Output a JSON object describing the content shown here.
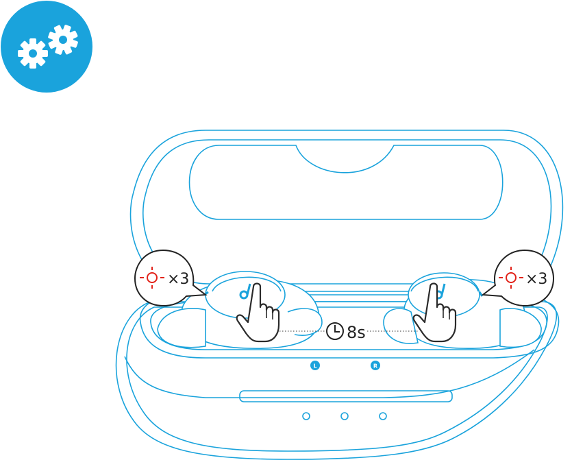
{
  "settings_badge": {
    "icon": "gears-icon",
    "color": "#1aa3dc"
  },
  "left_earbud": {
    "callout": {
      "icon": "led-blink-icon",
      "repeat": "×3",
      "color": "#e2231a"
    },
    "side_label": "L",
    "logo_icon": "anker-soundcore-logo-icon",
    "action_icon": "finger-tap-hold-icon"
  },
  "right_earbud": {
    "callout": {
      "icon": "led-blink-icon",
      "repeat": "×3",
      "color": "#e2231a"
    },
    "side_label": "R",
    "logo_icon": "anker-soundcore-logo-icon",
    "action_icon": "finger-tap-hold-icon"
  },
  "timer": {
    "icon": "clock-icon",
    "value": "8s"
  },
  "case": {
    "line_color": "#1aa3dc",
    "indicator_count": 3
  }
}
